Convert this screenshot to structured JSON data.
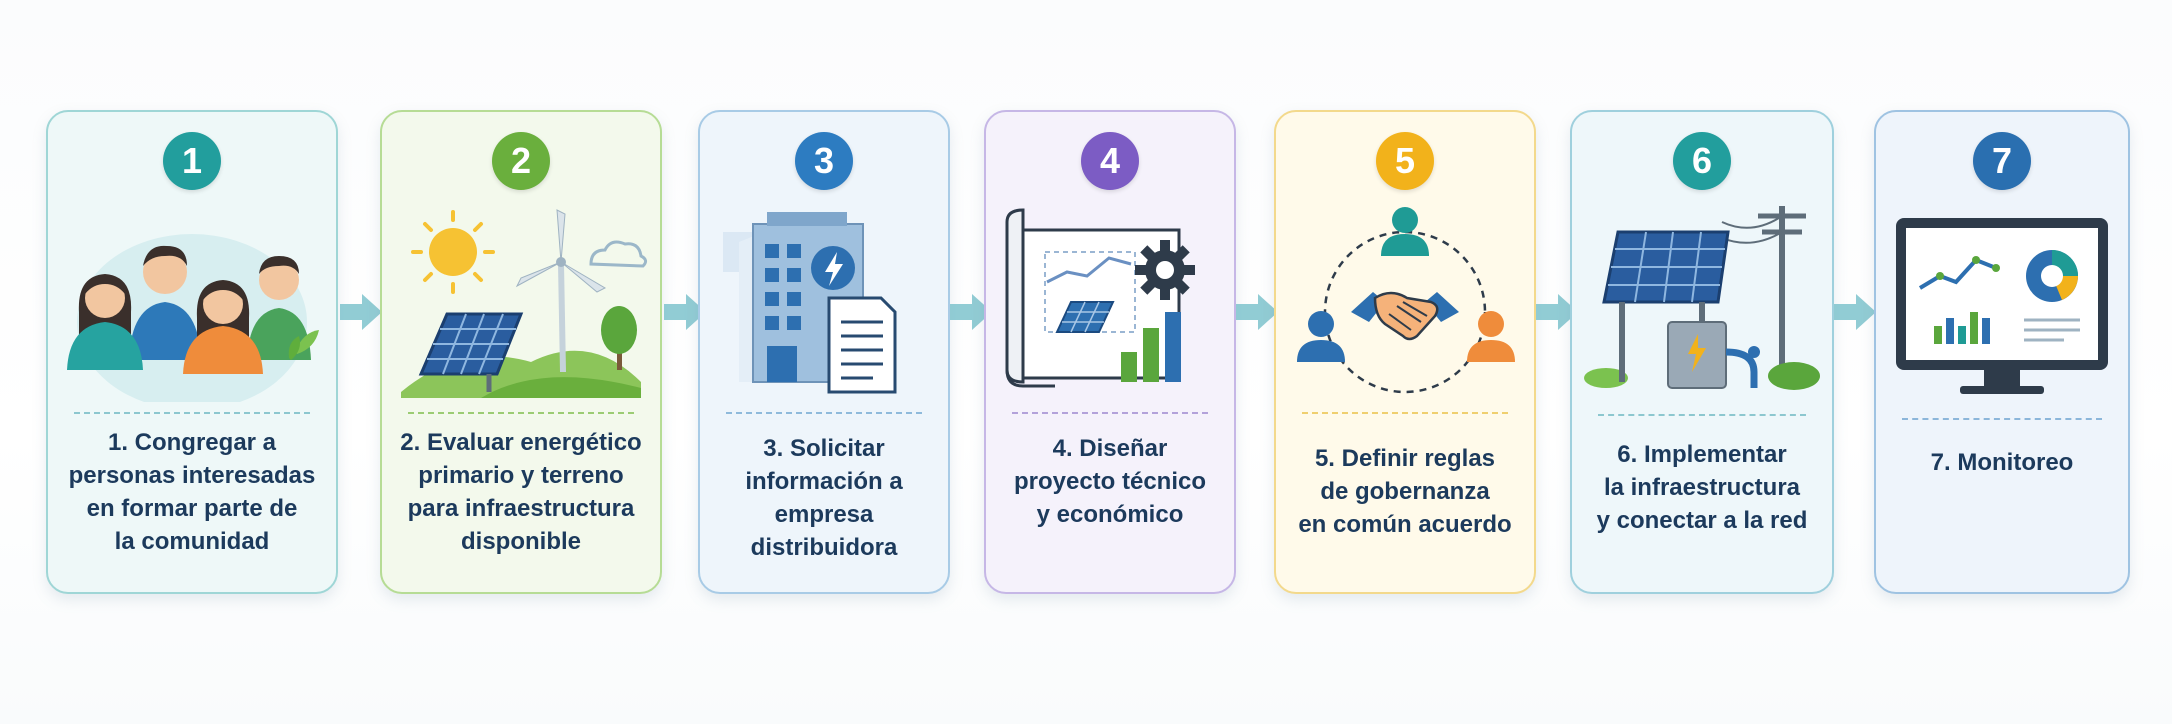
{
  "steps": [
    {
      "number": "1",
      "label": "1. Congregar a\npersonas interesadas\nen formar parte de\nla comunidad",
      "color": "#229e9d",
      "border": "#9fd6d6",
      "bg": "#eef8f8",
      "divider": "#8cc7cf",
      "icon": "community-people-icon"
    },
    {
      "number": "2",
      "label": "2. Evaluar energético\nprimario y terreno\npara infraestructura\ndisponible",
      "color": "#6aaf3d",
      "border": "#b6dc95",
      "bg": "#f3f9ec",
      "divider": "#9ccc74",
      "icon": "solar-wind-landscape-icon"
    },
    {
      "number": "3",
      "label": "3. Solicitar\ninformación a\nempresa\ndistribuidora",
      "color": "#2d7cc1",
      "border": "#a8cbe6",
      "bg": "#eef5fb",
      "divider": "#8fbadb",
      "icon": "utility-building-document-icon"
    },
    {
      "number": "4",
      "label": "4. Diseñar\nproyecto técnico\ny económico",
      "color": "#7c5cc4",
      "border": "#c6b7e6",
      "bg": "#f5f2fb",
      "divider": "#b3a2da",
      "icon": "blueprint-gear-chart-icon"
    },
    {
      "number": "5",
      "label": "5. Definir reglas\nde gobernanza\nen común acuerdo",
      "color": "#f2b21b",
      "border": "#f3d98c",
      "bg": "#fffaea",
      "divider": "#efcf6f",
      "icon": "handshake-governance-icon"
    },
    {
      "number": "6",
      "label": "6. Implementar\nla infraestructura\ny conectar a la red",
      "color": "#229e9d",
      "border": "#9fd0dd",
      "bg": "#eef7fa",
      "divider": "#8cc7cf",
      "icon": "solar-grid-connection-icon"
    },
    {
      "number": "7",
      "label": "7. Monitoreo",
      "color": "#2a6fb0",
      "border": "#9fc3e2",
      "bg": "#eef4fb",
      "divider": "#8cb6da",
      "icon": "monitor-dashboard-icon"
    }
  ],
  "colors": {
    "arrow": "#7ec3cc",
    "text": "#1c3a5c"
  }
}
